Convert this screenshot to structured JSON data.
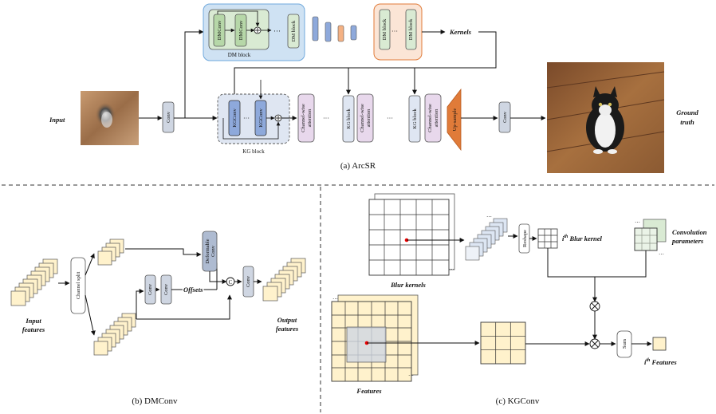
{
  "captions": {
    "arcsr": "(a) ArcSR",
    "dmconv": "(b) DMConv",
    "kgconv": "(c) KGConv"
  },
  "arcsr": {
    "input": "Input",
    "ground_truth_line1": "Ground",
    "ground_truth_line2": "truth",
    "conv": "Conv",
    "dm_block_label": "DM block",
    "dmconv": "DMConv",
    "dm_block": "DM block",
    "kernels": "Kernels",
    "kg_block_label": "KG block",
    "kgconv": "KGConv",
    "kg_block": "KG block",
    "channel_attention_line1": "Channel-wise",
    "channel_attention_line2": "attention",
    "upsample": "Up-sample",
    "ellipsis": "···"
  },
  "dmconv": {
    "input_features_line1": "Input",
    "input_features_line2": "features",
    "channel_split": "Channel split",
    "conv": "Conv",
    "offsets": "Offsets",
    "deformable_conv_line1": "Deformable",
    "deformable_conv_line2": "Conv",
    "concat": "C",
    "output_features_line1": "Output",
    "output_features_line2": "features"
  },
  "kgconv": {
    "blur_kernels": "Blur kernels",
    "reshape": "Reshape",
    "ith_blur_kernel_sup": "th",
    "ith_blur_kernel_i": "i",
    "ith_blur_kernel_rest": " Blur kernel",
    "conv_params_line1": "Convolution",
    "conv_params_line2": "parameters",
    "features": "Features",
    "sum": "Sum",
    "ith_features_i": "i",
    "ith_features_sup": "th",
    "ith_features_rest": " Features",
    "multiply": "⊗"
  },
  "colors": {
    "dm_bg": "#cfe2f3",
    "dm_green": "#d9ead3",
    "kg_bg": "#dfe6f2",
    "kg_blue": "#8ea9db",
    "orange": "#f4b183",
    "orange_dark": "#e07b39",
    "attention_pink": "#e8d8ec",
    "conv_gray": "#cfd6e2",
    "feature_yellow": "#fff2cc"
  }
}
